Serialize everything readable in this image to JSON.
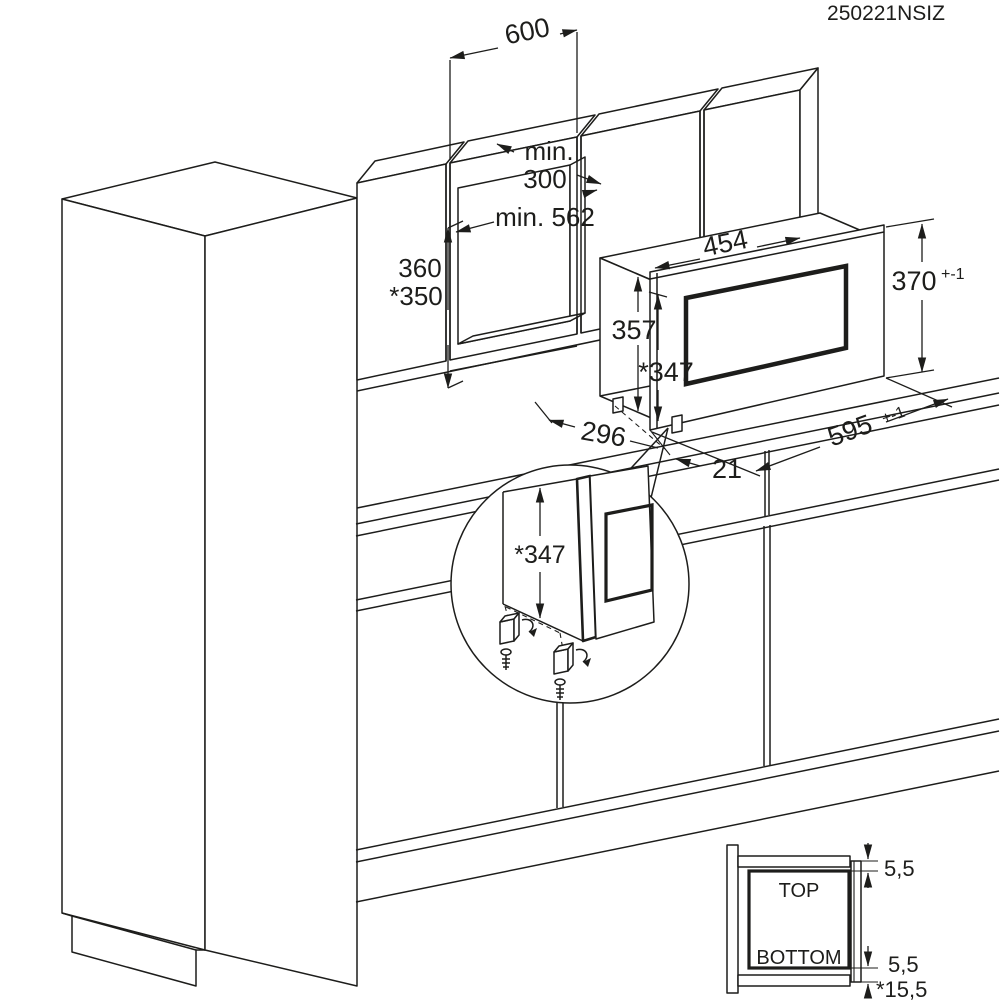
{
  "meta": {
    "doc_code": "250221NSIZ"
  },
  "colors": {
    "line": "#1d1d1b",
    "background": "#ffffff"
  },
  "niche_dims": {
    "width": "600",
    "depth_min_line1": "min.",
    "depth_min_line2": "300",
    "inner_depth_min": "min. 562",
    "height": "360",
    "height_alt": "*350"
  },
  "appliance_dims": {
    "body_width": "454",
    "body_height": "357",
    "body_height_alt": "*347",
    "front_height": "370",
    "front_height_tol": "+-1",
    "front_width": "595",
    "front_width_tol": "+-1",
    "setback_depth": "296",
    "front_overhang": "21"
  },
  "detail": {
    "height_alt": "*347"
  },
  "cross_section": {
    "top_label": "TOP",
    "bottom_label": "BOTTOM",
    "gap_top": "5,5",
    "gap_bottom": "5,5",
    "gap_bottom_total": "*15,5"
  }
}
